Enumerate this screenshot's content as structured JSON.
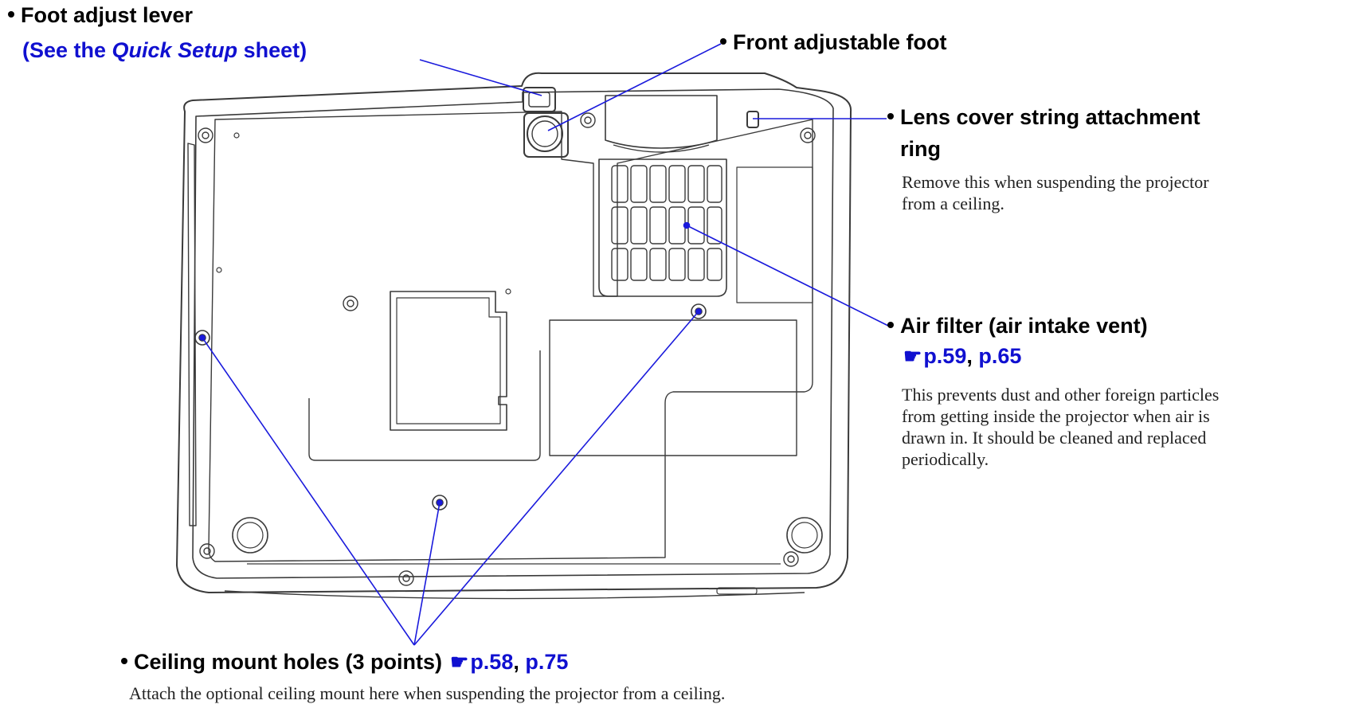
{
  "labels": {
    "foot_lever": {
      "title": "Foot adjust lever",
      "sub_prefix": "(See the ",
      "sub_italic": "Quick Setup",
      "sub_suffix": " sheet)"
    },
    "front_foot": {
      "title": "Front adjustable foot"
    },
    "lens_ring": {
      "title_line1": "Lens cover string attachment",
      "title_line2": "ring",
      "desc_line1": "Remove this when suspending the projector",
      "desc_line2": "from a ceiling."
    },
    "air_filter": {
      "title": "Air filter (air intake vent)",
      "link1": "p.59",
      "separator": ", ",
      "link2": "p.65",
      "desc_line1": "This prevents dust and other foreign particles",
      "desc_line2": "from getting inside the projector when air is",
      "desc_line3": "drawn in. It should be cleaned and replaced",
      "desc_line4": "periodically."
    },
    "ceiling": {
      "title": "Ceiling mount holes (3 points)",
      "link1": "p.58",
      "separator": ", ",
      "link2": "p.75",
      "desc": "Attach the optional ceiling mount here when suspending the projector from a ceiling."
    }
  },
  "icons": {
    "reference": "pointing-hand-icon"
  },
  "colors": {
    "link": "#1010d0",
    "callout_line": "#1a1adc",
    "outline": "#3a3a3a"
  }
}
